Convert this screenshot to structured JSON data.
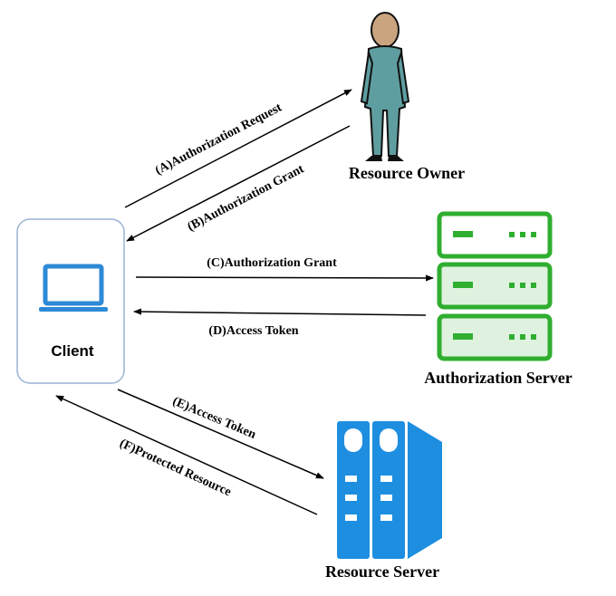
{
  "nodes": {
    "client": {
      "label": "Client"
    },
    "resource_owner": {
      "label": "Resource Owner"
    },
    "authorization_server": {
      "label": "Authorization Server"
    },
    "resource_server": {
      "label": "Resource Server"
    }
  },
  "flows": {
    "a": "(A)Authorization Request",
    "b": "(B)Authorization Grant",
    "c": "(C)Authorization Grant",
    "d": "(D)Access Token",
    "e": "(E)Access Token",
    "f": "(F)Protected Resource"
  },
  "colors": {
    "client_border": "#9ab3d4",
    "laptop": "#2d8ad6",
    "auth_server": "#2fae2f",
    "auth_server_fill": "#dff2df",
    "resource_server": "#1e8ee0",
    "person_body": "#5f9ea0",
    "person_head": "#c9a47e"
  }
}
